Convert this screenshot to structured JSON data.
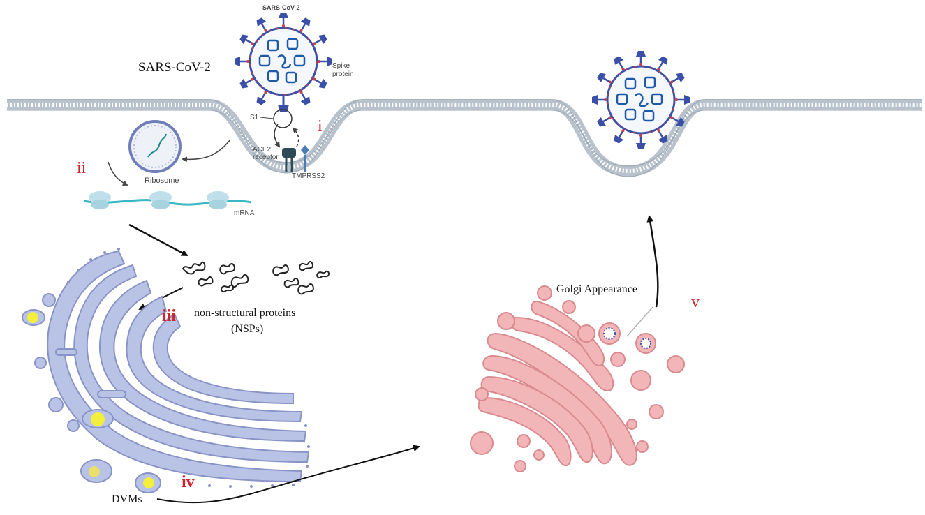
{
  "labels": {
    "virus_top_title": "SARS-CoV-2",
    "virus_side_title": "SARS-CoV-2",
    "spike_protein": "Spike\nprotein",
    "s1": "S1",
    "ace2_receptor": "ACE2\nreceptor",
    "tmprss2": "TMPRSS2",
    "ribosome": "Ribosome",
    "mrna": "mRNA",
    "nsps_line1": "non-structural proteins",
    "nsps_line2": "(NSPs)",
    "dvms": "DVMs",
    "golgi_appearance": "Golgi Appearance"
  },
  "steps": [
    "i",
    "ii",
    "iii",
    "iv",
    "v"
  ],
  "colors": {
    "step_numeral": "#d2232a",
    "membrane": "#b8c2cc",
    "virus_spike": "#3a4fa8",
    "virus_capsid": "#1e5aa8",
    "er": "#b9c3e6",
    "er_stroke": "#8893c6",
    "golgi": "#f2b5b8",
    "golgi_stroke": "#d98a8e",
    "vesicle_yellow": "#f4ef3c"
  }
}
